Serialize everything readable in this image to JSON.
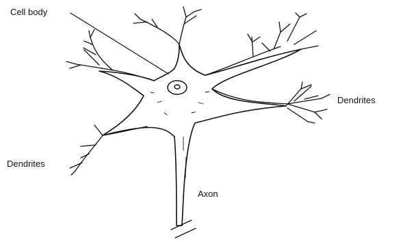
{
  "labels": {
    "cell_body": "Cell body",
    "dendrites_right": "Dendrites",
    "dendrites_left": "Dendrites",
    "axon": "Axon"
  },
  "colors": {
    "ink": "#111111",
    "background": "#ffffff"
  }
}
